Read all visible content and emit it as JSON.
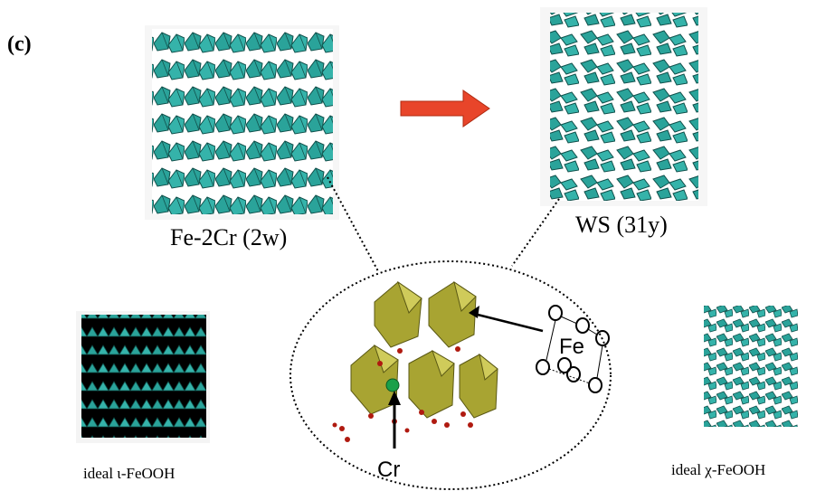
{
  "panel_label": "(c)",
  "captions": {
    "fe2cr": "Fe-2Cr (2w)",
    "ws": "WS (31y)",
    "iota": "ideal ι-FeOOH",
    "chi": "ideal χ-FeOOH"
  },
  "inset_labels": {
    "fe": "Fe",
    "cr": "Cr"
  },
  "colors": {
    "octahedra_teal": "#2aa39a",
    "octahedra_dark": "#0f4f4a",
    "inset_olive": "#a8a432",
    "arrow_red": "#e8452a",
    "oxygen_red": "#b01a10",
    "cr_green": "#1aa04a"
  }
}
